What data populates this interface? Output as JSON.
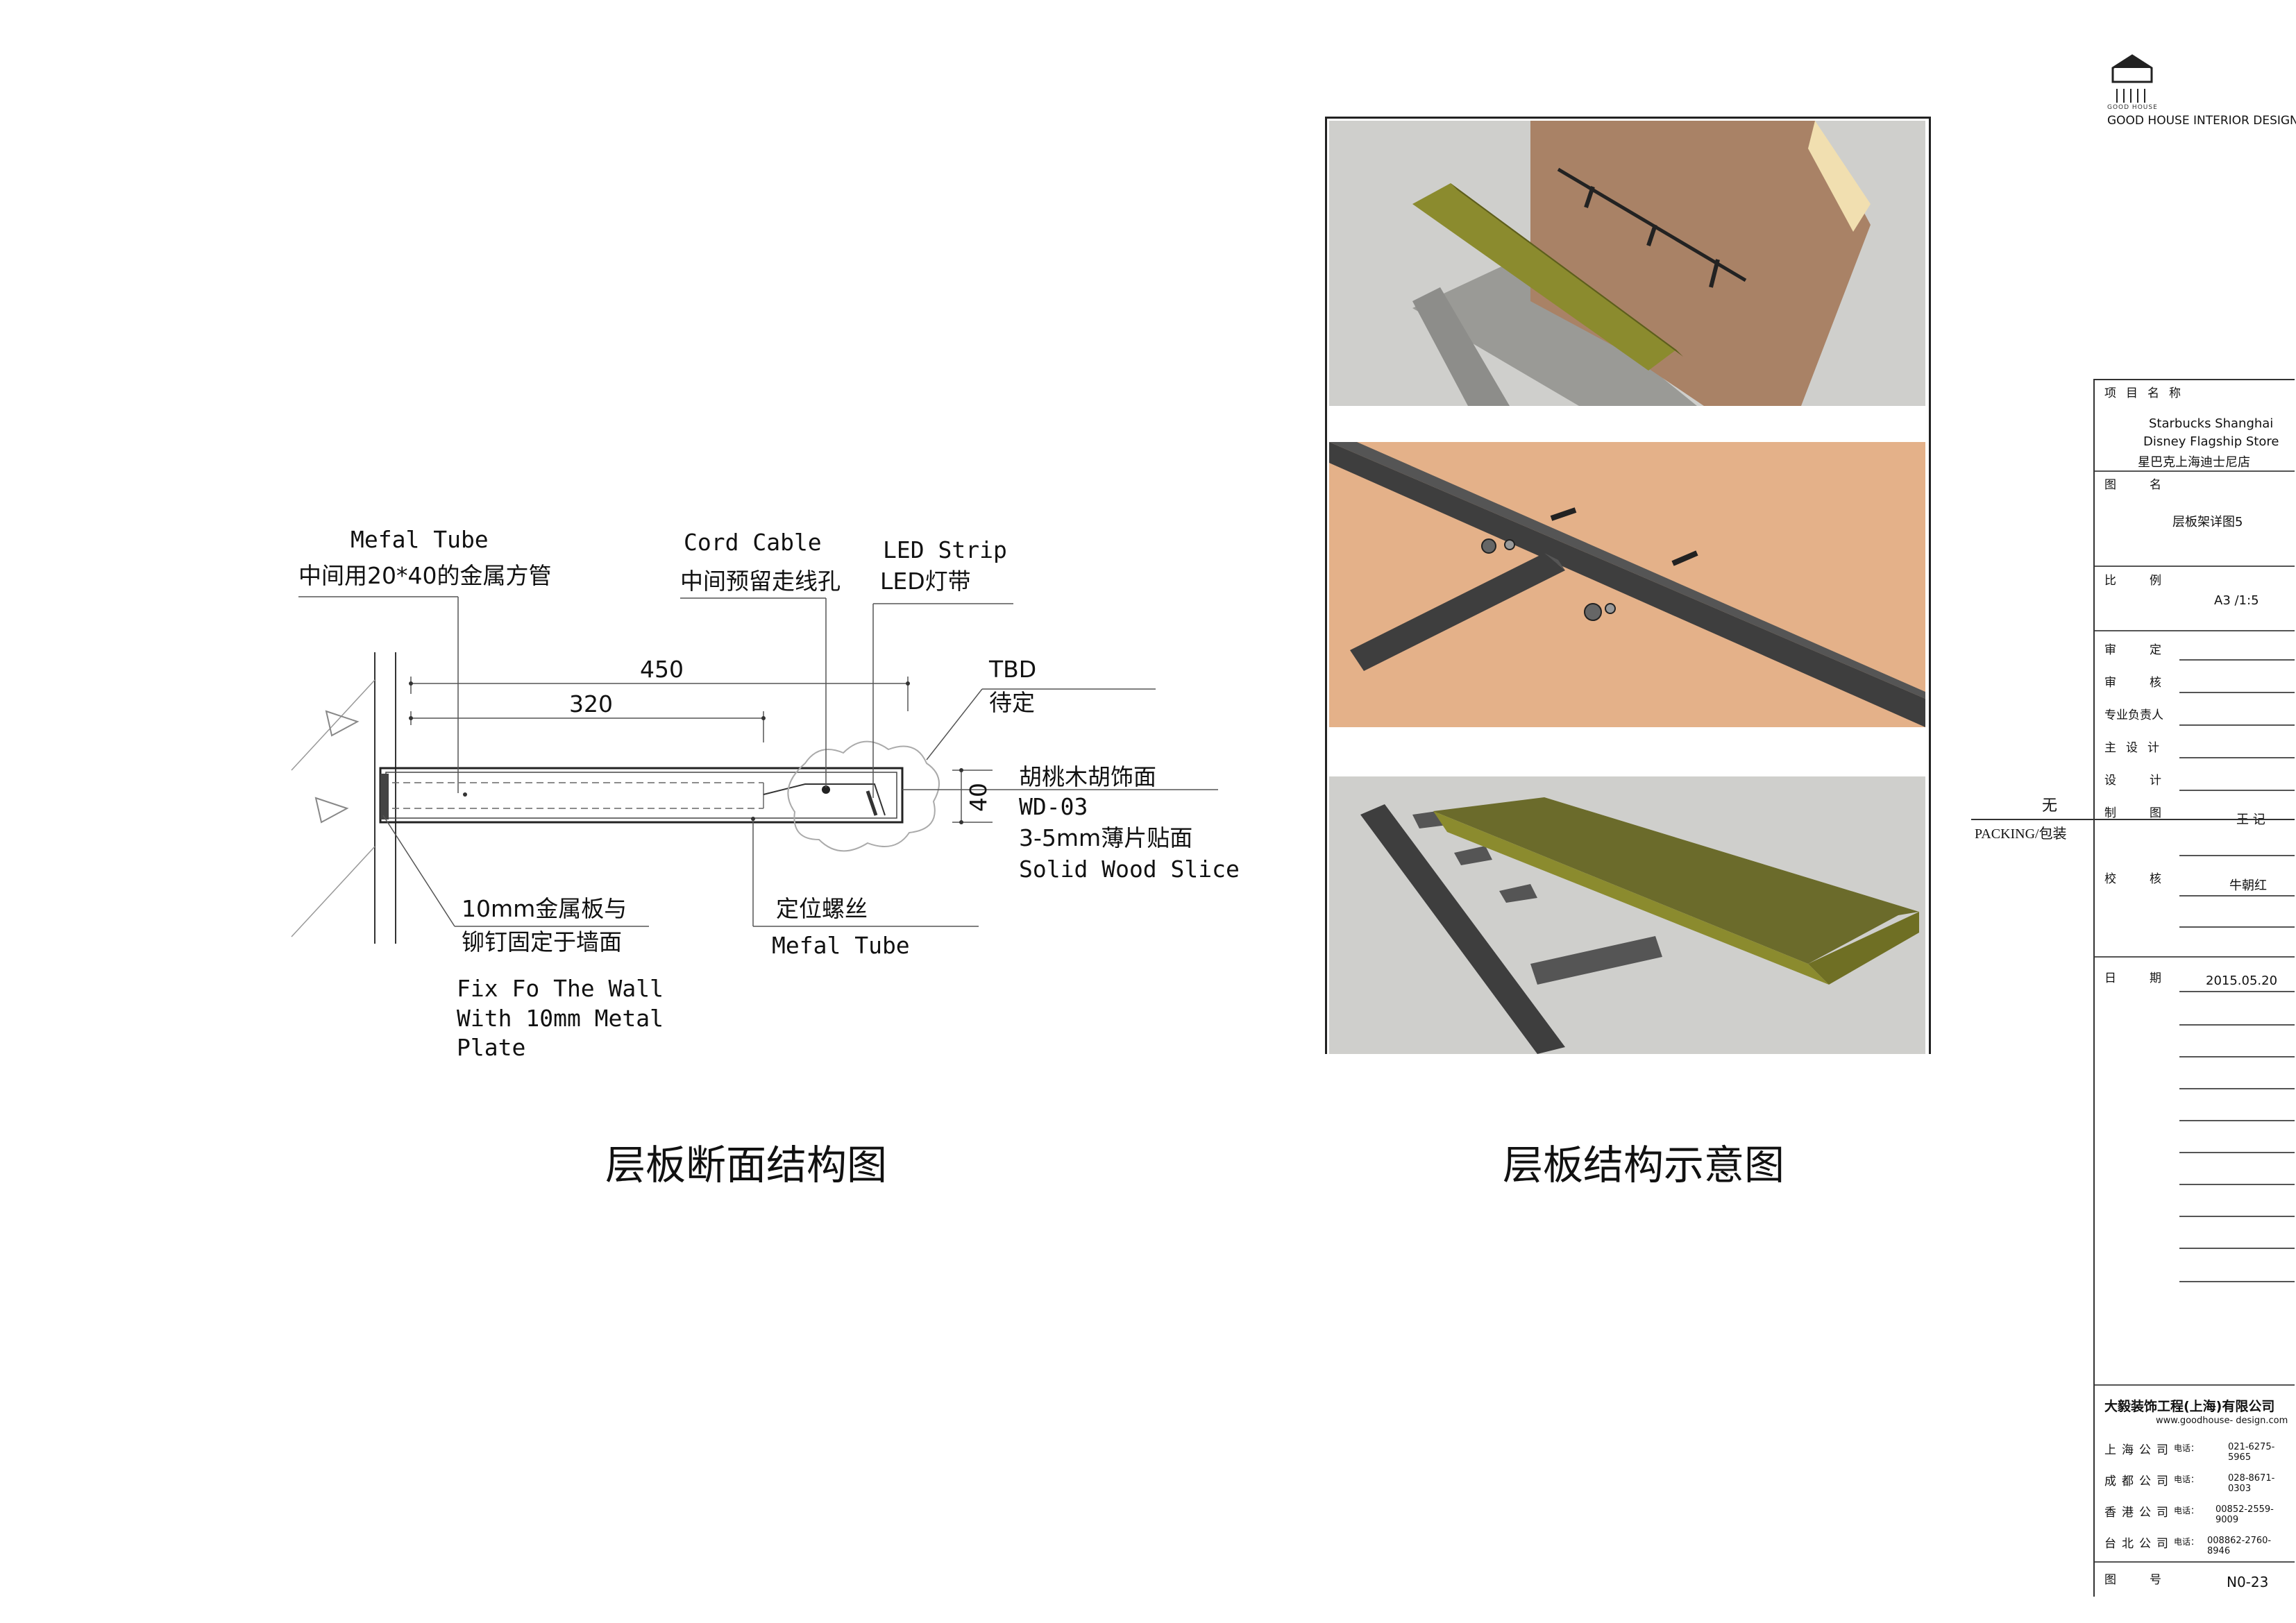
{
  "section_drawing": {
    "caption": "层板断面结构图",
    "labels": {
      "metal_tube_en": "Mefal Tube",
      "metal_tube_cn": "中间用20*40的金属方管",
      "cord_cable_en": "Cord Cable",
      "cord_cable_cn": "中间预留走线孔",
      "led_strip_en": "LED Strip",
      "led_strip_cn": "LED灯带",
      "tbd_en": "TBD",
      "tbd_cn": "待定",
      "walnut_cn": "胡桃木胡饰面",
      "walnut_code": "WD-03",
      "slice_cn": "3-5mm薄片贴面",
      "slice_en": "Solid Wood Slice",
      "plate_cn_1": "10mm金属板与",
      "plate_cn_2": "铆钉固定于墙面",
      "plate_en_1": "Fix Fo The Wall",
      "plate_en_2": "With 10mm Metal",
      "plate_en_3": "Plate",
      "screw_cn": "定位螺丝",
      "screw_en": "Mefal Tube"
    },
    "dimensions": {
      "overall": "450",
      "tube": "320",
      "thickness": "40"
    }
  },
  "schematic": {
    "caption": "层板结构示意图"
  },
  "title_block": {
    "logo_text": "GOOD HOUSE",
    "company_tag": "GOOD HOUSE INTERIOR DESIGN",
    "project_key": "项目名称",
    "project_line1": "Starbucks Shanghai",
    "project_line2": "Disney Flagship Store",
    "project_line3": "星巴克上海迪士尼店",
    "drawing_key": "图名",
    "drawing_name": "层板架详图5",
    "scale_key": "比例",
    "scale_value": "A3 /1:5",
    "review_key": "审定",
    "check_key": "审核",
    "lead_key": "专业负责人",
    "chief_key": "主设计",
    "design_key": "设计",
    "drafting_key": "制图",
    "drafter": "王 记",
    "proof_key": "校核",
    "proofer": "牛朝红",
    "date_key": "日期",
    "date_value": "2015.05.20",
    "side_note_1": "无",
    "side_note_2": "PACKING/包装",
    "company_name": "大毅装饰工程(上海)有限公司",
    "website": "www.goodhouse- design.com",
    "offices": [
      {
        "city": "上海公司",
        "phone_label": "电话：",
        "phone": "021-6275-5965"
      },
      {
        "city": "成都公司",
        "phone_label": "电话：",
        "phone": "028-8671-0303"
      },
      {
        "city": "香港公司",
        "phone_label": "电话：",
        "phone": "00852-2559-9009"
      },
      {
        "city": "台北公司",
        "phone_label": "电话：",
        "phone": "008862-2760-8946"
      }
    ],
    "number_key": "图号",
    "number_value": "N0-23"
  }
}
